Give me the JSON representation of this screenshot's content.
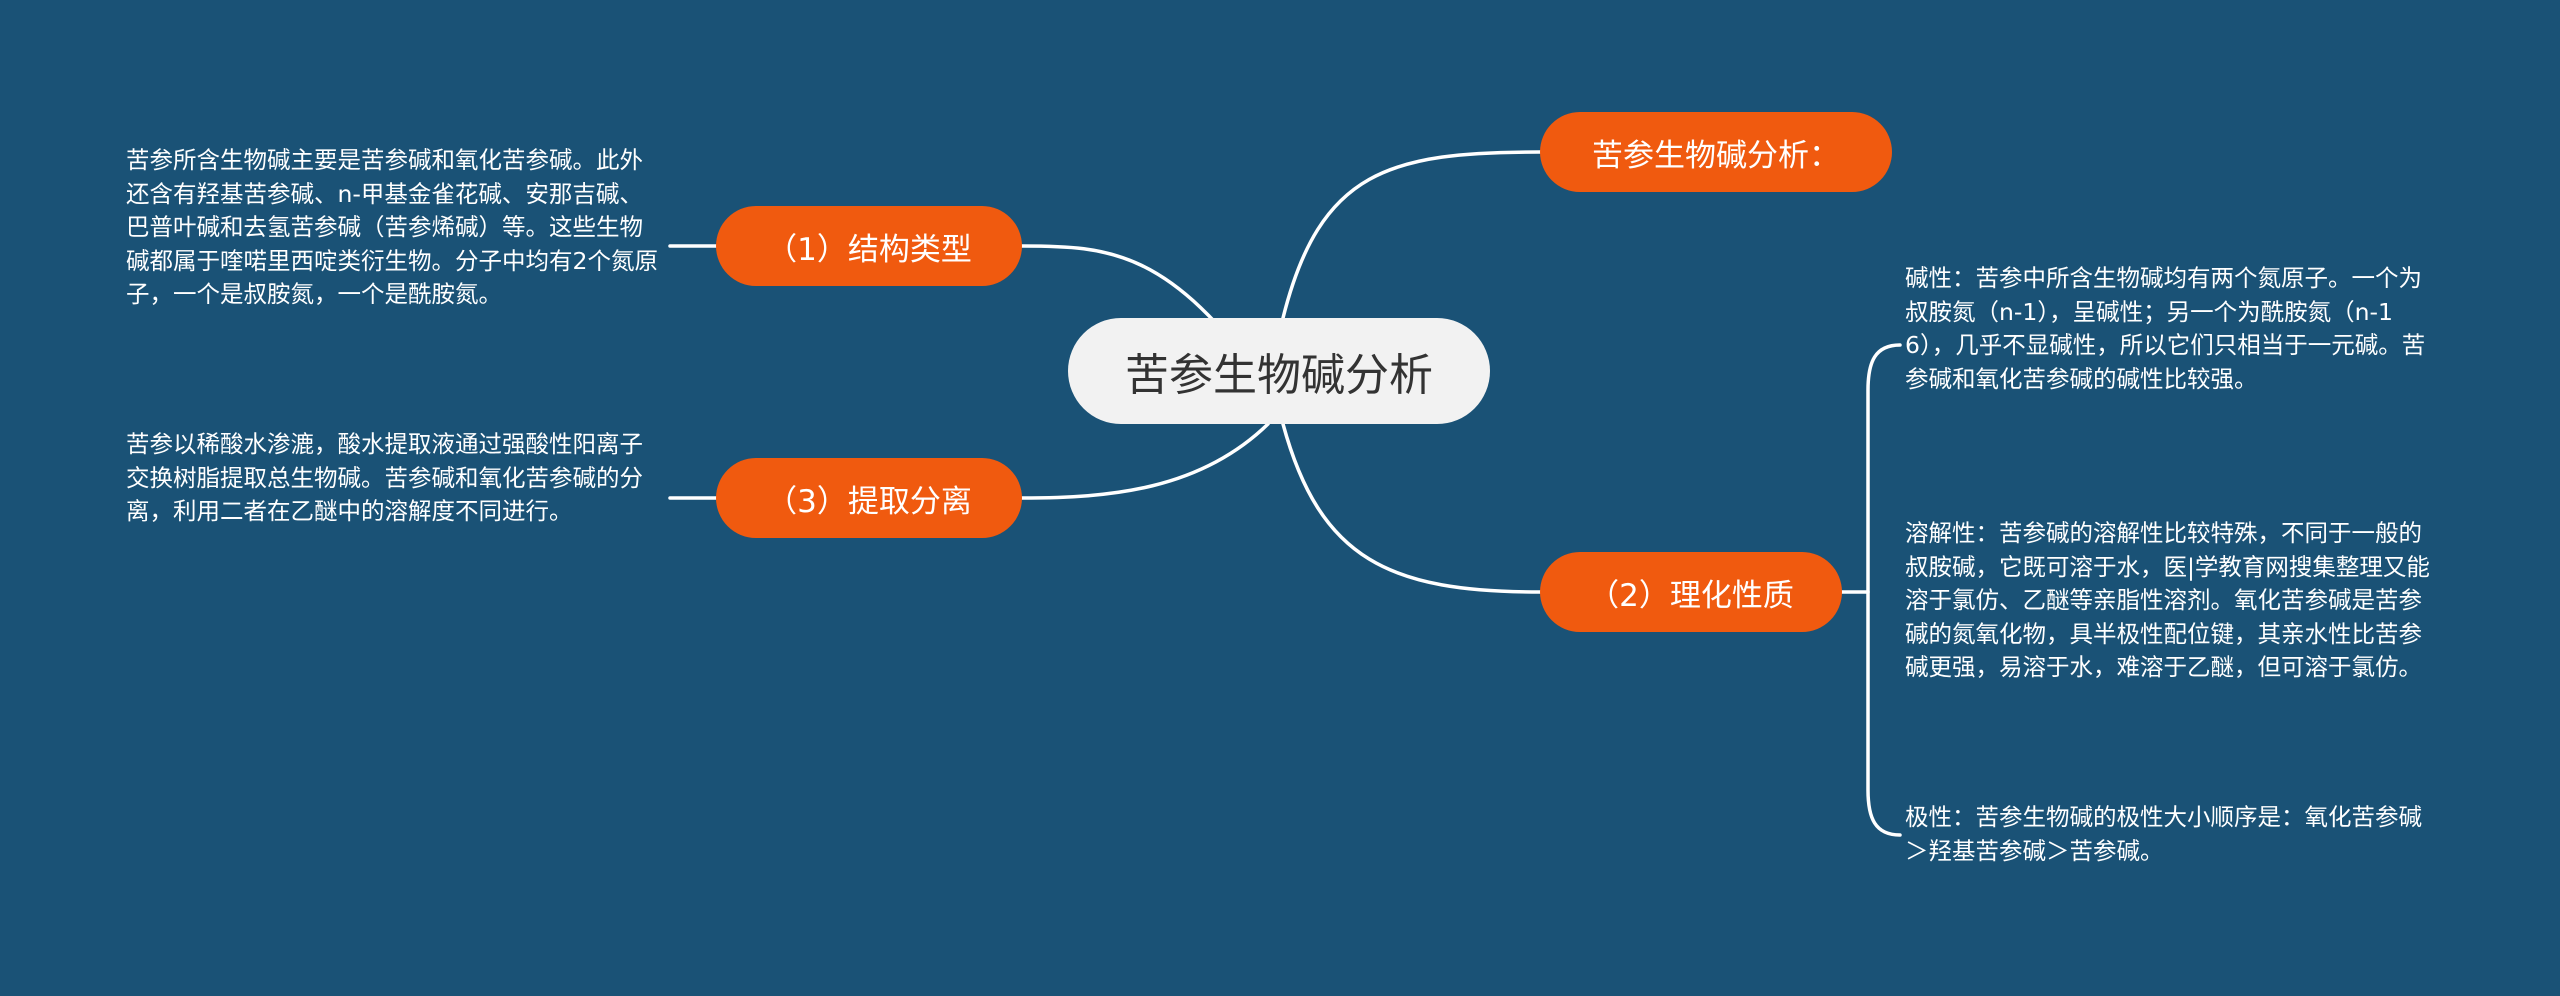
{
  "central": {
    "label": "苦参生物碱分析"
  },
  "branches": {
    "analysis": {
      "label": "苦参生物碱分析："
    },
    "structure": {
      "label": "（1）结构类型"
    },
    "extraction": {
      "label": "（3）提取分离"
    },
    "properties": {
      "label": "（2）理化性质"
    }
  },
  "leaves": {
    "structure_text": "苦参所含生物碱主要是苦参碱和氧化苦参碱。此外还含有羟基苦参碱、n-甲基金雀花碱、安那吉碱、巴普叶碱和去氢苦参碱（苦参烯碱）等。这些生物碱都属于喹喏里西啶类衍生物。分子中均有2个氮原子，一个是叔胺氮，一个是酰胺氮。",
    "extraction_text": "苦参以稀酸水渗漉，酸水提取液通过强酸性阳离子交换树脂提取总生物碱。苦参碱和氧化苦参碱的分离，利用二者在乙醚中的溶解度不同进行。",
    "basicity_text": "碱性：苦参中所含生物碱均有两个氮原子。一个为叔胺氮（n-1），呈碱性；另一个为酰胺氮（n-16），几乎不显碱性，所以它们只相当于一元碱。苦参碱和氧化苦参碱的碱性比较强。",
    "solubility_text": "溶解性：苦参碱的溶解性比较特殊，不同于一般的叔胺碱，它既可溶于水，医|学教育网搜集整理又能溶于氯仿、乙醚等亲脂性溶剂。氧化苦参碱是苦参碱的氮氧化物，具半极性配位键，其亲水性比苦参碱更强，易溶于水，难溶于乙醚，但可溶于氯仿。",
    "polarity_text": "极性：苦参生物碱的极性大小顺序是：氧化苦参碱＞羟基苦参碱＞苦参碱。"
  },
  "colors": {
    "background": "#1a5276",
    "branch_fill": "#f05a0f",
    "central_fill": "#f2f2f2",
    "connector": "#ffffff"
  }
}
